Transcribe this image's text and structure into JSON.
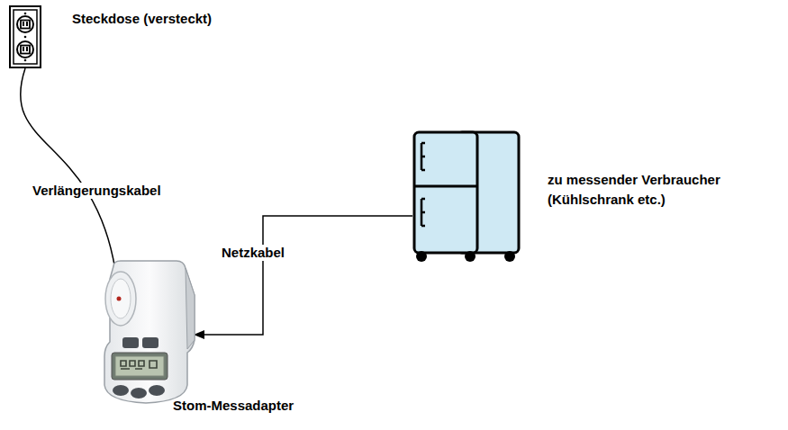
{
  "diagram": {
    "nodes": [
      {
        "text": [
          "Steckdose (versteckt)"
        ]
      },
      {
        "text": [
          "zu messender Verbraucher (Kühlschrank etc.)"
        ]
      },
      {
        "text": [
          "Stom-Messadapter"
        ]
      }
    ],
    "edges": [
      {
        "from": 0,
        "to": 2,
        "label": "Verlängerungskabel",
        "arrow": "none"
      },
      {
        "from": 1,
        "to": 2,
        "label": "Netzkabel",
        "arrow": "to"
      }
    ]
  }
}
